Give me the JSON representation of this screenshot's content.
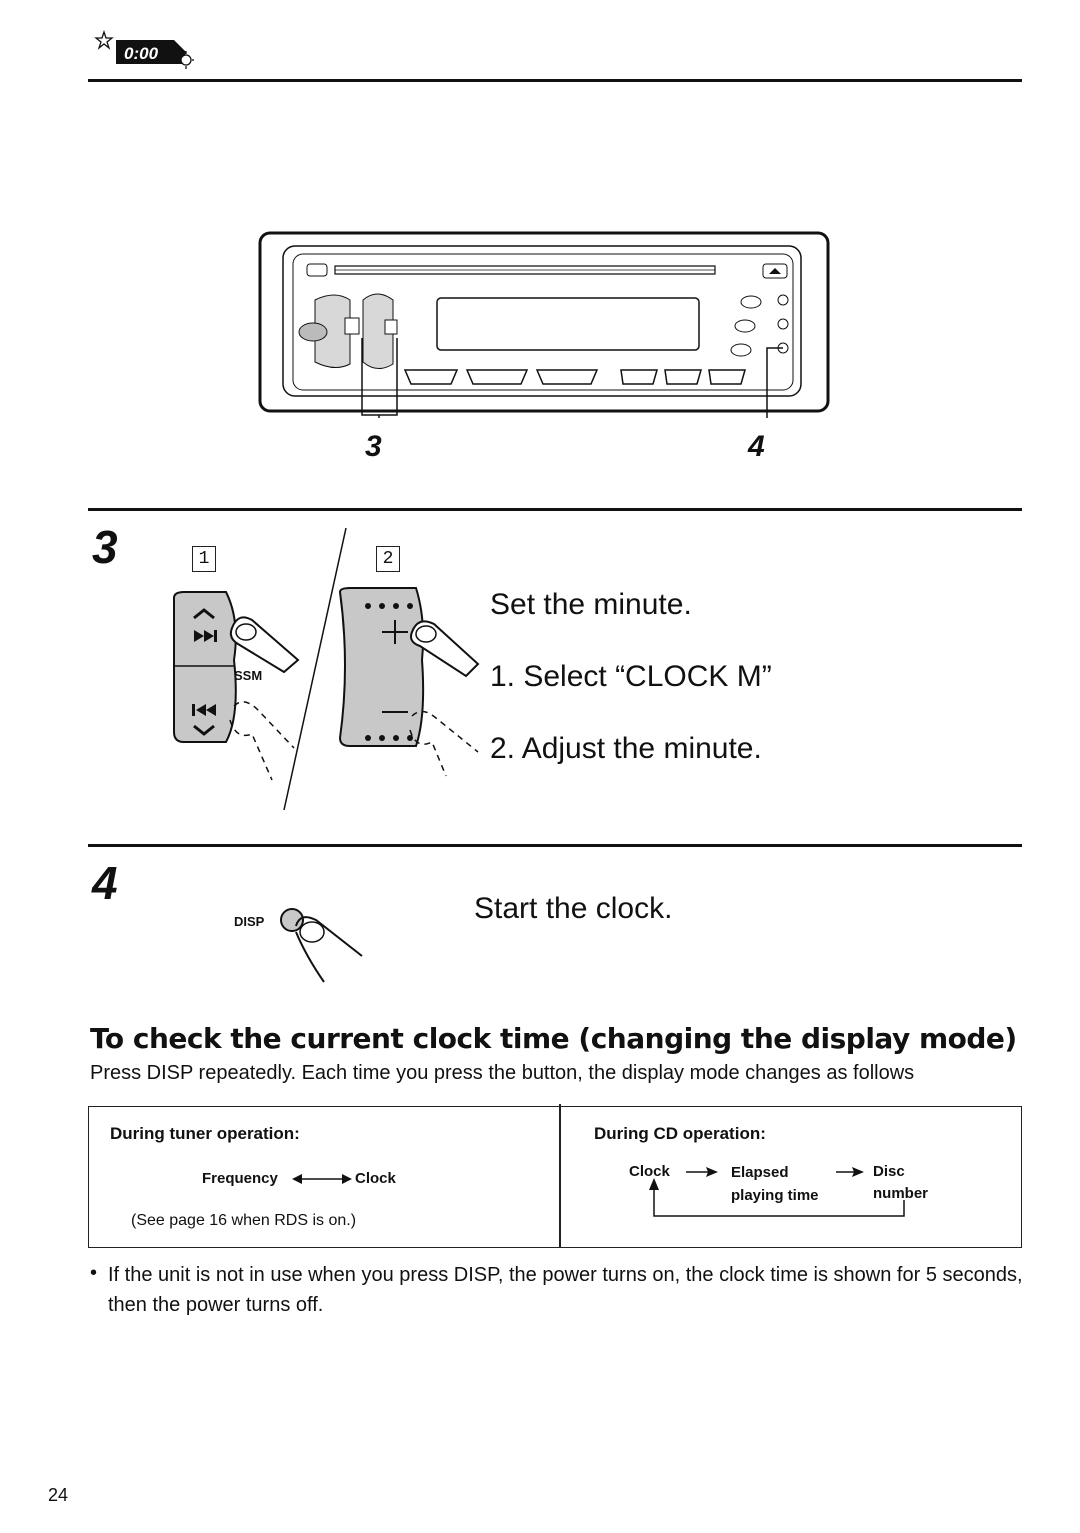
{
  "header": {
    "icon": "clock-display-icon",
    "clock_text": "0:00"
  },
  "diagram": {
    "callout_left": "3",
    "callout_right": "4"
  },
  "step3": {
    "number": "3",
    "sub1": "1",
    "sub2": "2",
    "button_label_ss": "SSM",
    "title": "Set the minute.",
    "line1": "1. Select “CLOCK M”",
    "line2": "2. Adjust the minute."
  },
  "step4": {
    "number": "4",
    "button_label": "DISP",
    "title": "Start the clock."
  },
  "section": {
    "heading": "To check the current clock time (changing the display mode)",
    "intro": "Press DISP repeatedly. Each time you press the button, the display mode changes as follows"
  },
  "table": {
    "tuner_head": "During tuner operation:",
    "tuner_from": "Frequency",
    "tuner_to": "Clock",
    "tuner_note": "(See page 16 when RDS is on.)",
    "cd_head": "During CD operation:",
    "cd_clock": "Clock",
    "cd_elapsed_1": "Elapsed",
    "cd_elapsed_2": "playing time",
    "cd_disc_1": "Disc",
    "cd_disc_2": "number"
  },
  "bullet": {
    "text": "If the unit is not in use when you press DISP, the power turns on, the clock time is shown for 5 seconds, then the power turns off."
  },
  "page_number": "24"
}
